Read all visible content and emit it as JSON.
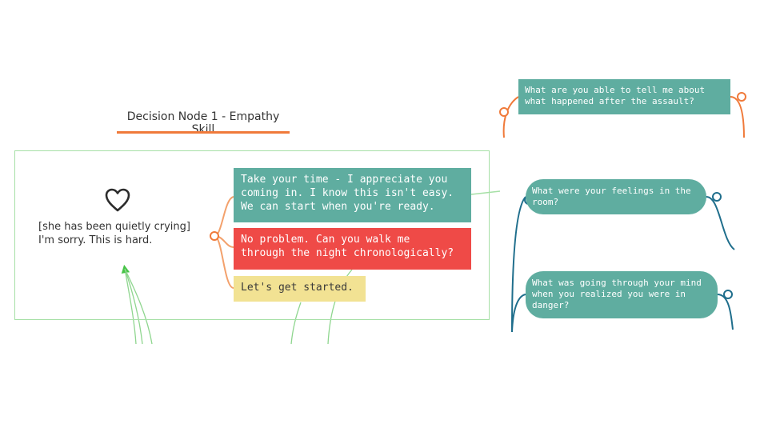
{
  "node_title": "Decision Node 1 - Empathy Skill",
  "prompt": "[she has been quietly crying] I'm sorry. This is hard.",
  "options": [
    {
      "text": "Take your time - I appreciate you\ncoming in. I know this isn't easy.\nWe can start when you're ready.",
      "color": "#5fada0"
    },
    {
      "text": "No problem. Can you walk me\nthrough the night chronologically?",
      "color": "#ef4a47"
    },
    {
      "text": "Let's get started.",
      "color": "#f2e293"
    }
  ],
  "questions": [
    {
      "text": "What are you able to tell me about\nwhat happened after the assault?"
    },
    {
      "text": "What were your feelings in the\nroom?"
    },
    {
      "text": "What was going through your mind\nwhen you realized you were in\ndanger?"
    }
  ],
  "icons": {
    "node_icon": "heart-icon"
  },
  "colors": {
    "teal": "#5fada0",
    "red": "#ef4a47",
    "yellow": "#f2e293",
    "orange_connector": "#f07a3a",
    "blue_connector": "#1f6e8c",
    "green_arrow": "#7ed07e"
  }
}
